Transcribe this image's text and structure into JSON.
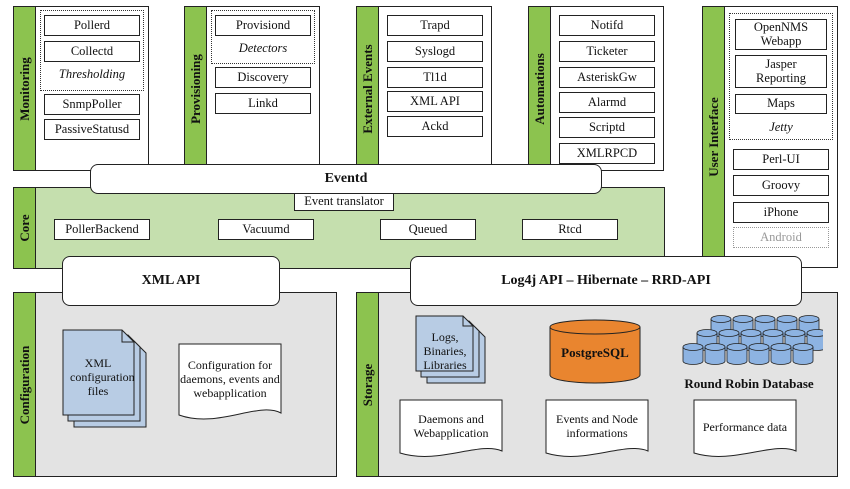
{
  "monitoring": {
    "label": "Monitoring",
    "items": [
      "Pollerd",
      "Collectd"
    ],
    "group_label": "Thresholding",
    "extra": [
      "SnmpPoller",
      "PassiveStatusd"
    ]
  },
  "provisioning": {
    "label": "Provisioning",
    "items": [
      "Provisiond"
    ],
    "group_label": "Detectors",
    "extra": [
      "Discovery",
      "Linkd"
    ]
  },
  "external_events": {
    "label": "External Events",
    "items": [
      "Trapd",
      "Syslogd",
      "Tl1d",
      "XML API",
      "Ackd"
    ]
  },
  "automations": {
    "label": "Automations",
    "items": [
      "Notifd",
      "Ticketer",
      "AsteriskGw",
      "Alarmd",
      "Scriptd",
      "XMLRPCD"
    ]
  },
  "user_interface": {
    "label": "User Interface",
    "webapp_items": [
      "OpenNMS Webapp",
      "Jasper Reporting",
      "Maps"
    ],
    "container_label": "Jetty",
    "items": [
      "Perl-UI",
      "Groovy",
      "iPhone"
    ],
    "disabled_item": "Android"
  },
  "eventd": {
    "title": "Eventd",
    "translator": "Event translator"
  },
  "core": {
    "label": "Core",
    "items": [
      "PollerBackend",
      "Vacuumd",
      "Queued",
      "Rtcd"
    ]
  },
  "xml_api_banner": "XML API",
  "storage_api_banner": "Log4j API – Hibernate – RRD-API",
  "configuration": {
    "label": "Configuration",
    "stack_label": "XML configuration files",
    "doc_label": "Configuration for daemons, events and webapplication"
  },
  "storage": {
    "label": "Storage",
    "stack_label": "Logs, Binaries, Libraries",
    "db_label": "PostgreSQL",
    "rrd_label": "Round Robin Database",
    "docs": [
      "Daemons and Webapplication",
      "Events and Node informations",
      "Performance data"
    ]
  },
  "colors": {
    "sidebar": "#8cc34f",
    "core_bg": "#c5dfae",
    "db_orange": "#e9852f",
    "doc_blue": "#b8cce4",
    "cyl_blue": "#8db3e2",
    "panel_gray": "#e3e3e3"
  }
}
